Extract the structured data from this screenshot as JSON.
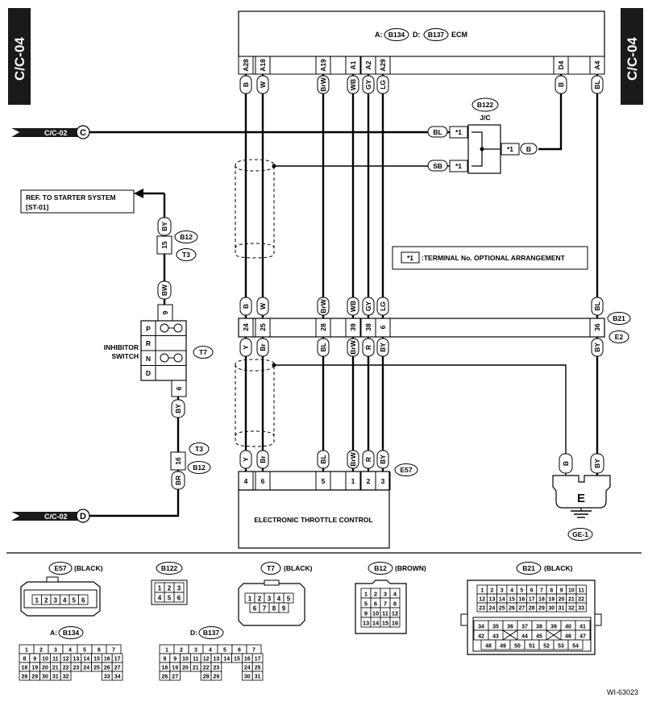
{
  "page": {
    "section_left": "C/C-04",
    "section_right": "C/C-04",
    "figure_id": "WI-63023"
  },
  "ecm": {
    "a_label": "A:",
    "a_connector": "B134",
    "d_label": "D:",
    "d_connector": "B137",
    "name": "ECM",
    "pins": [
      "A28",
      "A18",
      "A19",
      "A1",
      "A2",
      "A29",
      "D4",
      "A4"
    ],
    "wire_colors": [
      "B",
      "W",
      "BrW",
      "WB",
      "GY",
      "LG",
      "B",
      "BL"
    ]
  },
  "jc": {
    "connector": "B122",
    "name": "J/C",
    "wire_bl": "BL",
    "wire_sb": "SB",
    "wire_b": "B",
    "terminal_mark": "*1"
  },
  "refs": {
    "cc02_c": "C/C-02",
    "c_letter": "C",
    "cc02_d": "C/C-02",
    "d_letter": "D",
    "starter_line1": "REF. TO STARTER SYSTEM",
    "starter_line2": "[ST-01]"
  },
  "legend": {
    "mark": "*1",
    "text": ":TERMINAL No. OPTIONAL ARRANGEMENT"
  },
  "b21_e2": {
    "b21": "B21",
    "e2": "E2",
    "upper_colors": [
      "B",
      "W",
      "BrW",
      "WB",
      "GY",
      "LG",
      "BL"
    ],
    "pins": [
      "24",
      "25",
      "28",
      "39",
      "38",
      "6",
      "36"
    ],
    "lower_colors": [
      "Y",
      "Br",
      "BL",
      "BrW",
      "R",
      "BY",
      "BY"
    ]
  },
  "inhibitor": {
    "title_line1": "INHIBITOR",
    "title_line2": "SWITCH",
    "connector": "T7",
    "positions": [
      "P",
      "R",
      "N",
      "D"
    ],
    "pin_top": "9",
    "pin_bottom": "6",
    "wire_top": "BW",
    "wire_bottom": "BY"
  },
  "b12_t3_top": {
    "wire": "BY",
    "pin": "15",
    "b12": "B12",
    "t3": "T3"
  },
  "b12_t3_bottom": {
    "t3": "T3",
    "b12": "B12",
    "pin": "16",
    "wire": "BR"
  },
  "etc": {
    "connector": "E57",
    "name": "ELECTRONIC THROTTLE CONTROL",
    "wire_colors": [
      "Y",
      "Br",
      "BL",
      "BrW",
      "R",
      "BY"
    ],
    "pins": [
      "4",
      "6",
      "5",
      "1",
      "2",
      "3"
    ]
  },
  "ground": {
    "letter": "E",
    "wire_left": "B",
    "wire_right": "BY",
    "id": "GE-1"
  },
  "connectors": {
    "e57": {
      "id": "E57",
      "color": "(BLACK)",
      "pins": [
        "1",
        "2",
        "3",
        "4",
        "5",
        "6"
      ]
    },
    "b122": {
      "id": "B122",
      "pins": [
        "1",
        "2",
        "3",
        "4",
        "5",
        "6"
      ]
    },
    "t7": {
      "id": "T7",
      "color": "(BLACK)",
      "pins": [
        "1",
        "2",
        "3",
        "4",
        "5",
        "6",
        "7",
        "8",
        "9"
      ]
    },
    "b12": {
      "id": "B12",
      "color": "(BROWN)",
      "pins": [
        "1",
        "2",
        "3",
        "4",
        "5",
        "6",
        "7",
        "8",
        "9",
        "10",
        "11",
        "12",
        "13",
        "14",
        "15",
        "16"
      ]
    },
    "b21": {
      "id": "B21",
      "color": "(BLACK)",
      "rows_top": [
        [
          "1",
          "2",
          "3",
          "4",
          "5",
          "6",
          "7",
          "8",
          "9",
          "10",
          "11"
        ],
        [
          "12",
          "13",
          "14",
          "15",
          "16",
          "17",
          "18",
          "19",
          "20",
          "21",
          "22"
        ],
        [
          "23",
          "24",
          "25",
          "26",
          "27",
          "28",
          "29",
          "30",
          "31",
          "32",
          "33"
        ]
      ],
      "rows_bottom": [
        [
          "34",
          "35",
          "36",
          "37",
          "38",
          "39",
          "40",
          "41"
        ],
        [
          "42",
          "43",
          "",
          "44",
          "45",
          "",
          "46",
          "47"
        ],
        [
          "48",
          "49",
          "50",
          "51",
          "52",
          "53",
          "54"
        ]
      ]
    },
    "b134": {
      "prefix": "A:",
      "id": "B134",
      "rows": [
        [
          "1",
          "2",
          "3",
          "4",
          "5",
          "6",
          "7"
        ],
        [
          "8",
          "9",
          "10",
          "11",
          "12",
          "13",
          "14",
          "15",
          "16",
          "17"
        ],
        [
          "18",
          "19",
          "20",
          "21",
          "22",
          "23",
          "24",
          "25",
          "26",
          "27"
        ],
        [
          "28",
          "29",
          "30",
          "31",
          "32",
          "",
          "",
          "",
          "33",
          "34"
        ]
      ]
    },
    "b137": {
      "prefix": "D:",
      "id": "B137",
      "rows": [
        [
          "1",
          "2",
          "3",
          "4",
          "5",
          "6",
          "7"
        ],
        [
          "8",
          "9",
          "10",
          "11",
          "12",
          "13",
          "14",
          "15",
          "16",
          "17"
        ],
        [
          "18",
          "19",
          "20",
          "21",
          "22",
          "23",
          "",
          "",
          "24",
          "25"
        ],
        [
          "26",
          "27",
          "",
          "",
          "28",
          "29",
          "",
          "",
          "30",
          "31"
        ]
      ]
    }
  }
}
